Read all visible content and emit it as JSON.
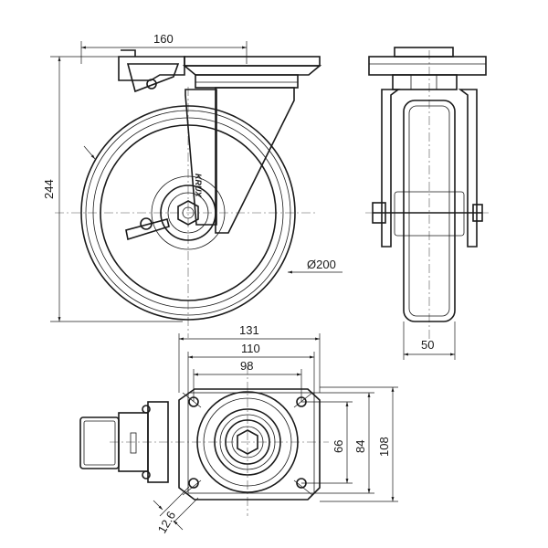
{
  "dimensions": {
    "top_width": "160",
    "total_height": "244",
    "wheel_diameter": "Ø200",
    "wheel_width": "50",
    "plate_outer": "131",
    "plate_mid": "110",
    "hole_spacing_x": "98",
    "hole_spacing_y": "66",
    "plate_mid_y": "84",
    "plate_outer_y": "108",
    "hole_diameter": "12.6"
  },
  "logo_text": "KRUX"
}
